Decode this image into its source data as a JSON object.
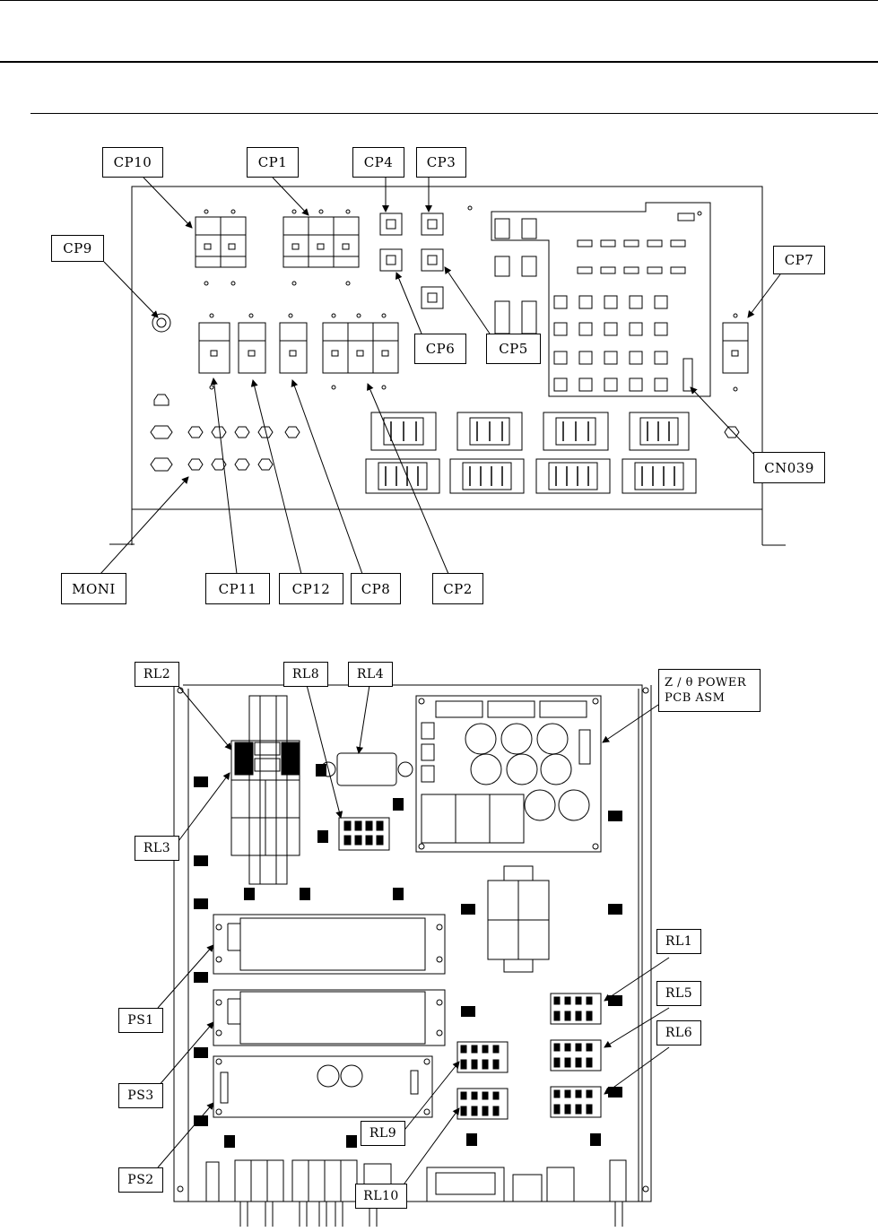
{
  "diagram_top": {
    "labels": {
      "cp10": "CP10",
      "cp1": "CP1",
      "cp4": "CP4",
      "cp3": "CP3",
      "cp9": "CP9",
      "cp7": "CP7",
      "cp6": "CP6",
      "cp5": "CP5",
      "cn039": "CN039",
      "moni": "MONI",
      "cp11": "CP11",
      "cp12": "CP12",
      "cp8": "CP8",
      "cp2": "CP2"
    }
  },
  "diagram_bottom": {
    "labels": {
      "rl2": "RL2",
      "rl8": "RL8",
      "rl4": "RL4",
      "rl3": "RL3",
      "rl1": "RL1",
      "rl5": "RL5",
      "rl6": "RL6",
      "ps1": "PS1",
      "ps3": "PS3",
      "ps2": "PS2",
      "rl9": "RL9",
      "rl10": "RL10",
      "power_pcb_line1": "Z / θ  POWER",
      "power_pcb_line2": "PCB ASM"
    }
  }
}
